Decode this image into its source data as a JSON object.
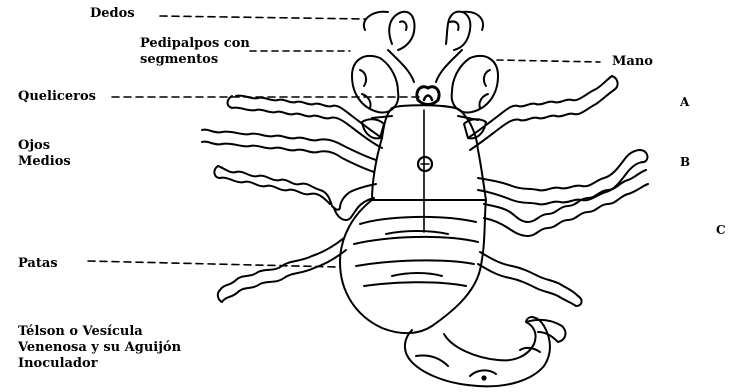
{
  "labels": {
    "dedos": "Dedos",
    "pedipalpos": "Pedipalpos con\nsegmentos",
    "mano": "Mano",
    "queliceros": "Queliceros",
    "ojos": "Ojos\nMedios",
    "patas": "Patas",
    "telson": "Télson o Vesícula\nVenenosa y su Aguijón\nInoculador",
    "a": "A",
    "b": "B",
    "c": "C"
  },
  "colors": {
    "ink": "#000000",
    "background": "#ffffff"
  }
}
